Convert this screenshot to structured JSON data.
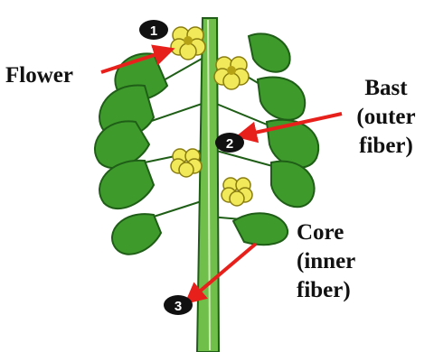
{
  "labels": {
    "flower": "Flower",
    "bast": [
      "Bast",
      "(outer",
      "fiber)"
    ],
    "core": [
      "Core",
      "(inner",
      "fiber)"
    ]
  },
  "markers": [
    "1",
    "2",
    "3"
  ],
  "colors": {
    "leaf": "#3f9a2c",
    "leaf_dark": "#1f5e17",
    "stem": "#6fbf4a",
    "flower": "#f2e95a",
    "arrow": "#e8201c",
    "marker": "#111111"
  }
}
